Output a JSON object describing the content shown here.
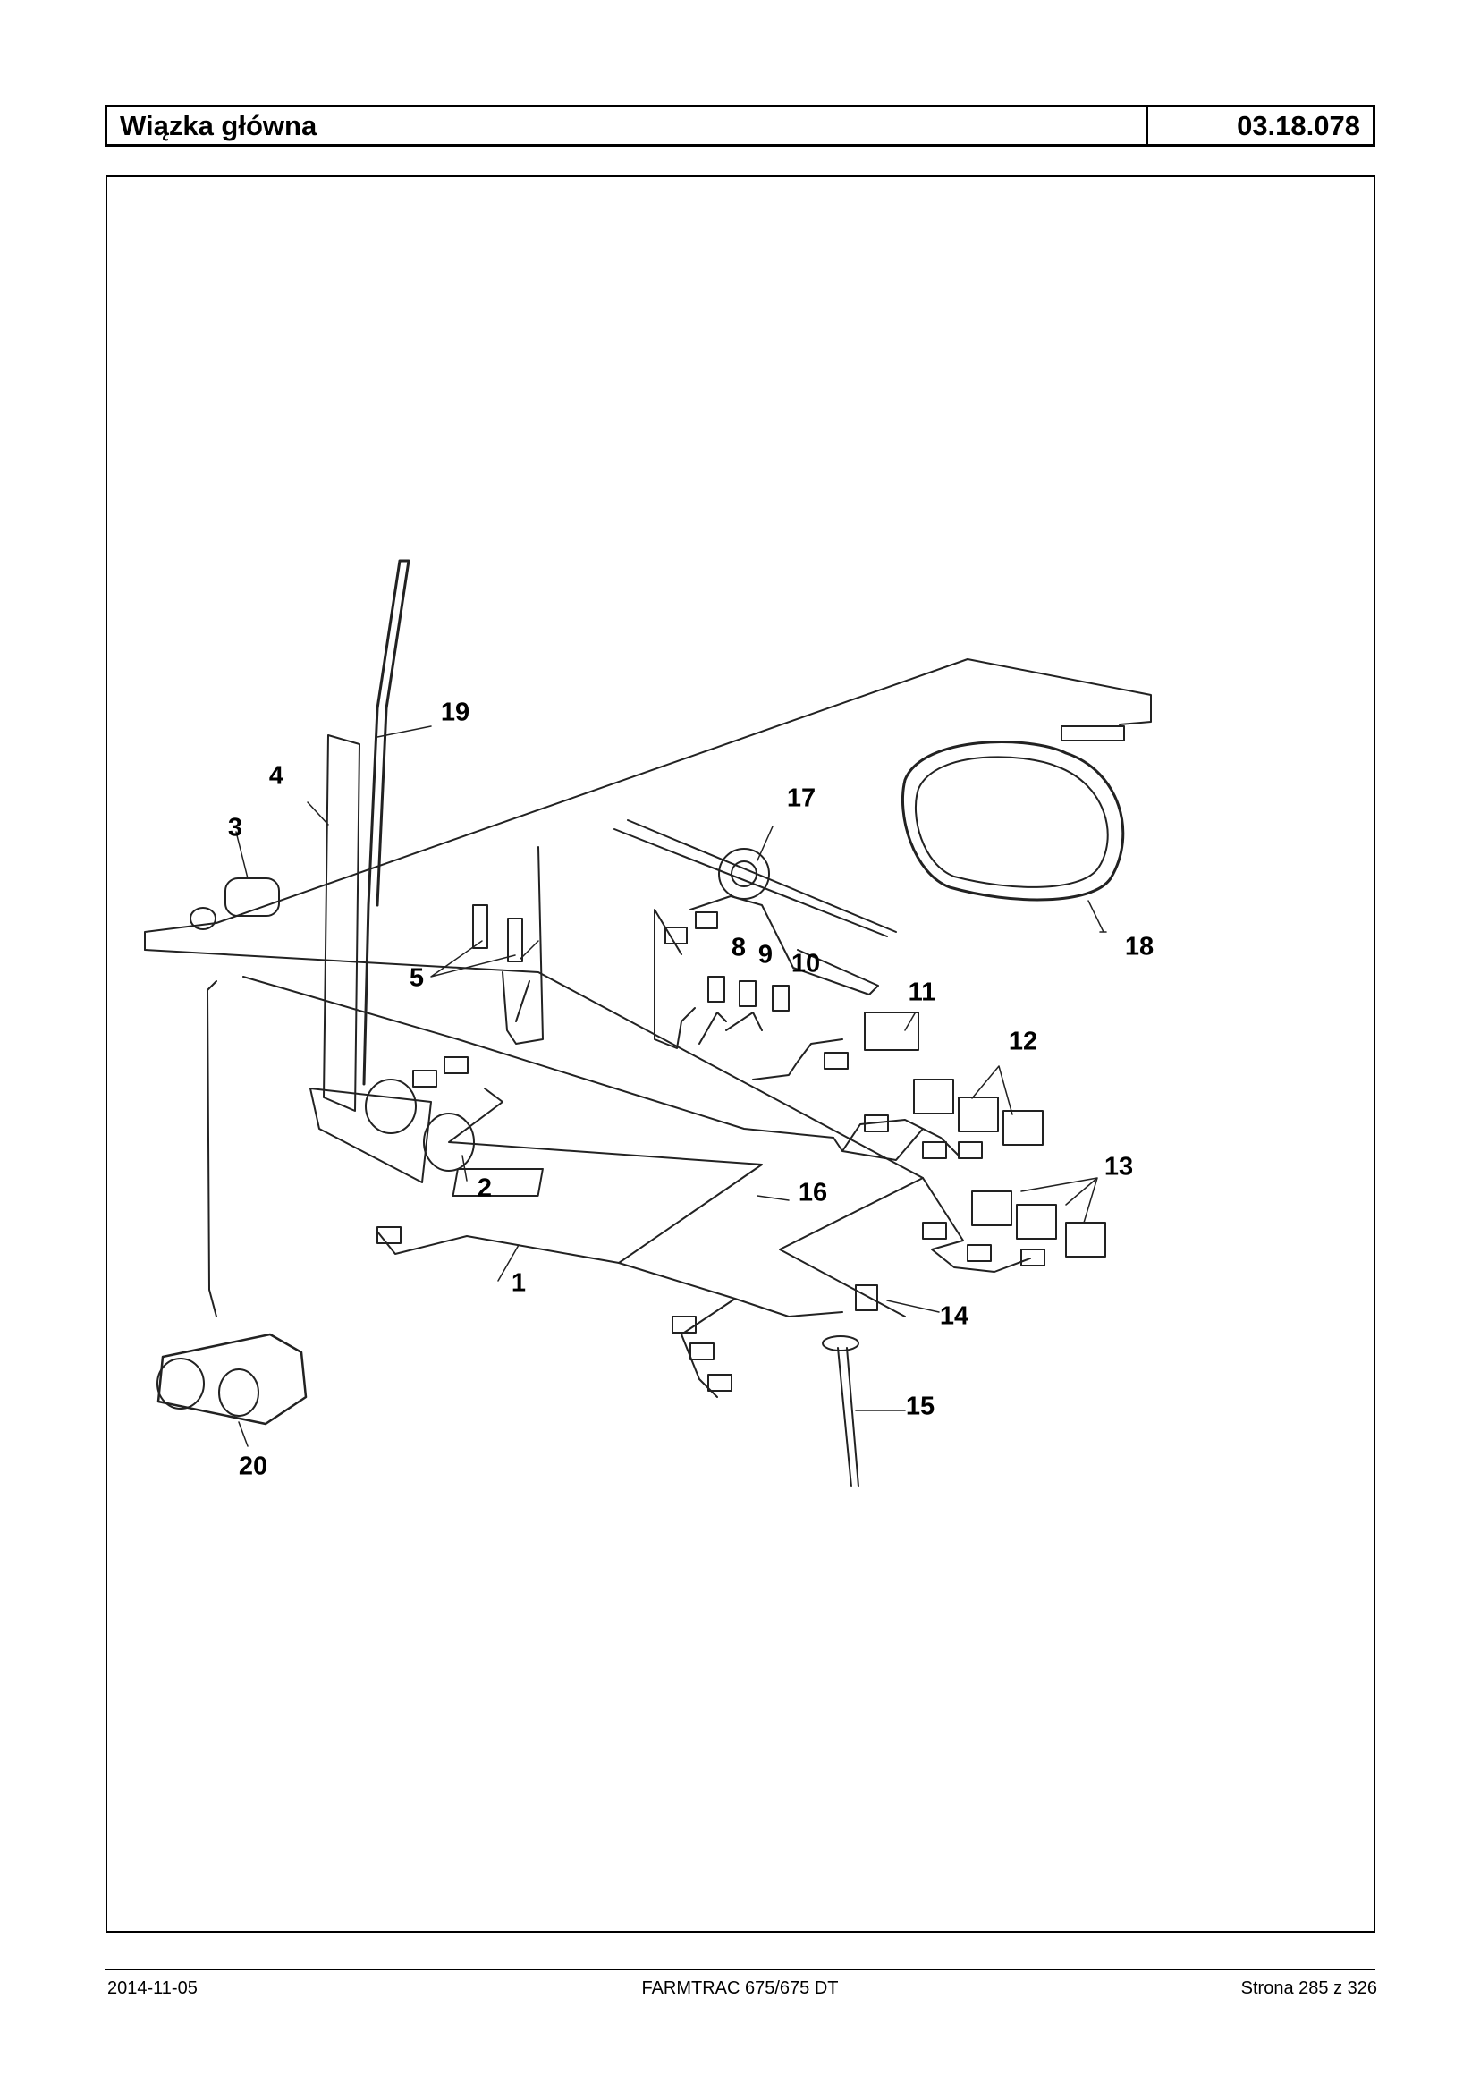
{
  "header": {
    "title": "Wiązka główna",
    "code": "03.18.078"
  },
  "diagram": {
    "callouts": {
      "c1": "1",
      "c2": "2",
      "c3": "3",
      "c4": "4",
      "c5": "5",
      "c8": "8",
      "c9": "9",
      "c10": "10",
      "c11": "11",
      "c12": "12",
      "c13": "13",
      "c14": "14",
      "c15": "15",
      "c16": "16",
      "c17": "17",
      "c18": "18",
      "c19": "19",
      "c20": "20"
    }
  },
  "footer": {
    "date": "2014-11-05",
    "model": "FARMTRAC 675/675 DT",
    "page": "Strona 285 z 326"
  }
}
